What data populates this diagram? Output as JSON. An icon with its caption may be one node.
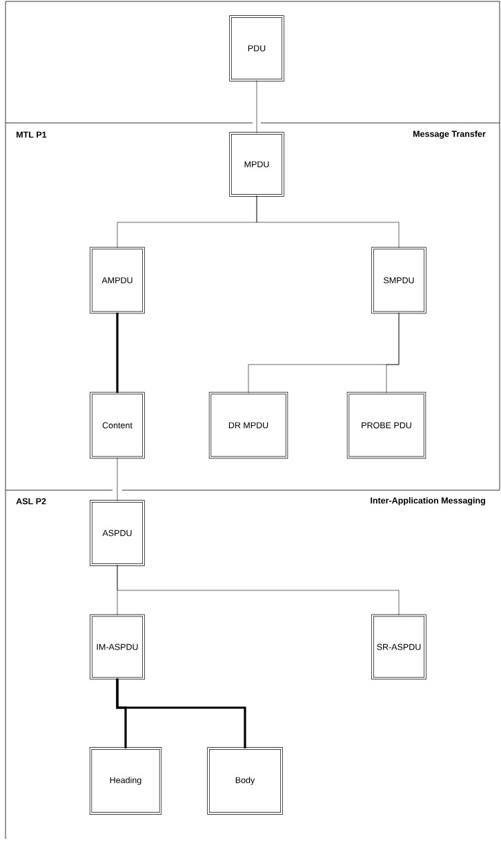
{
  "diagram": {
    "nodes": [
      {
        "text": [
          "PDU"
        ]
      },
      {
        "text": [
          "MPDU"
        ]
      },
      {
        "text": [
          "AMPDU"
        ]
      },
      {
        "text": [
          "SMPDU"
        ]
      },
      {
        "text": [
          "Content"
        ]
      },
      {
        "text": [
          "DR MPDU"
        ]
      },
      {
        "text": [
          "PROBE PDU"
        ]
      },
      {
        "text": [
          "ASPDU"
        ]
      },
      {
        "text": [
          "IM-ASPDU"
        ]
      },
      {
        "text": [
          "SR-ASPDU"
        ]
      },
      {
        "text": [
          "Heading"
        ]
      },
      {
        "text": [
          "Body"
        ]
      }
    ],
    "edges": [
      {
        "from": 0,
        "to": 1,
        "arrow": "none"
      },
      {
        "from": 1,
        "to": 2,
        "arrow": "none"
      },
      {
        "from": 1,
        "to": 3,
        "arrow": "none"
      },
      {
        "from": 2,
        "to": 4,
        "arrow": "none",
        "style": "thick"
      },
      {
        "from": 3,
        "to": 5,
        "arrow": "none"
      },
      {
        "from": 3,
        "to": 6,
        "arrow": "none"
      },
      {
        "from": 4,
        "to": 7,
        "arrow": "none"
      },
      {
        "from": 7,
        "to": 8,
        "arrow": "none"
      },
      {
        "from": 7,
        "to": 9,
        "arrow": "none"
      },
      {
        "from": 8,
        "to": 10,
        "arrow": "none",
        "style": "thick"
      },
      {
        "from": 8,
        "to": 11,
        "arrow": "none",
        "style": "thick"
      }
    ],
    "labels": [
      "MTL P1",
      "Message Transfer",
      "ASL P2",
      "Inter-Application Messaging"
    ]
  }
}
